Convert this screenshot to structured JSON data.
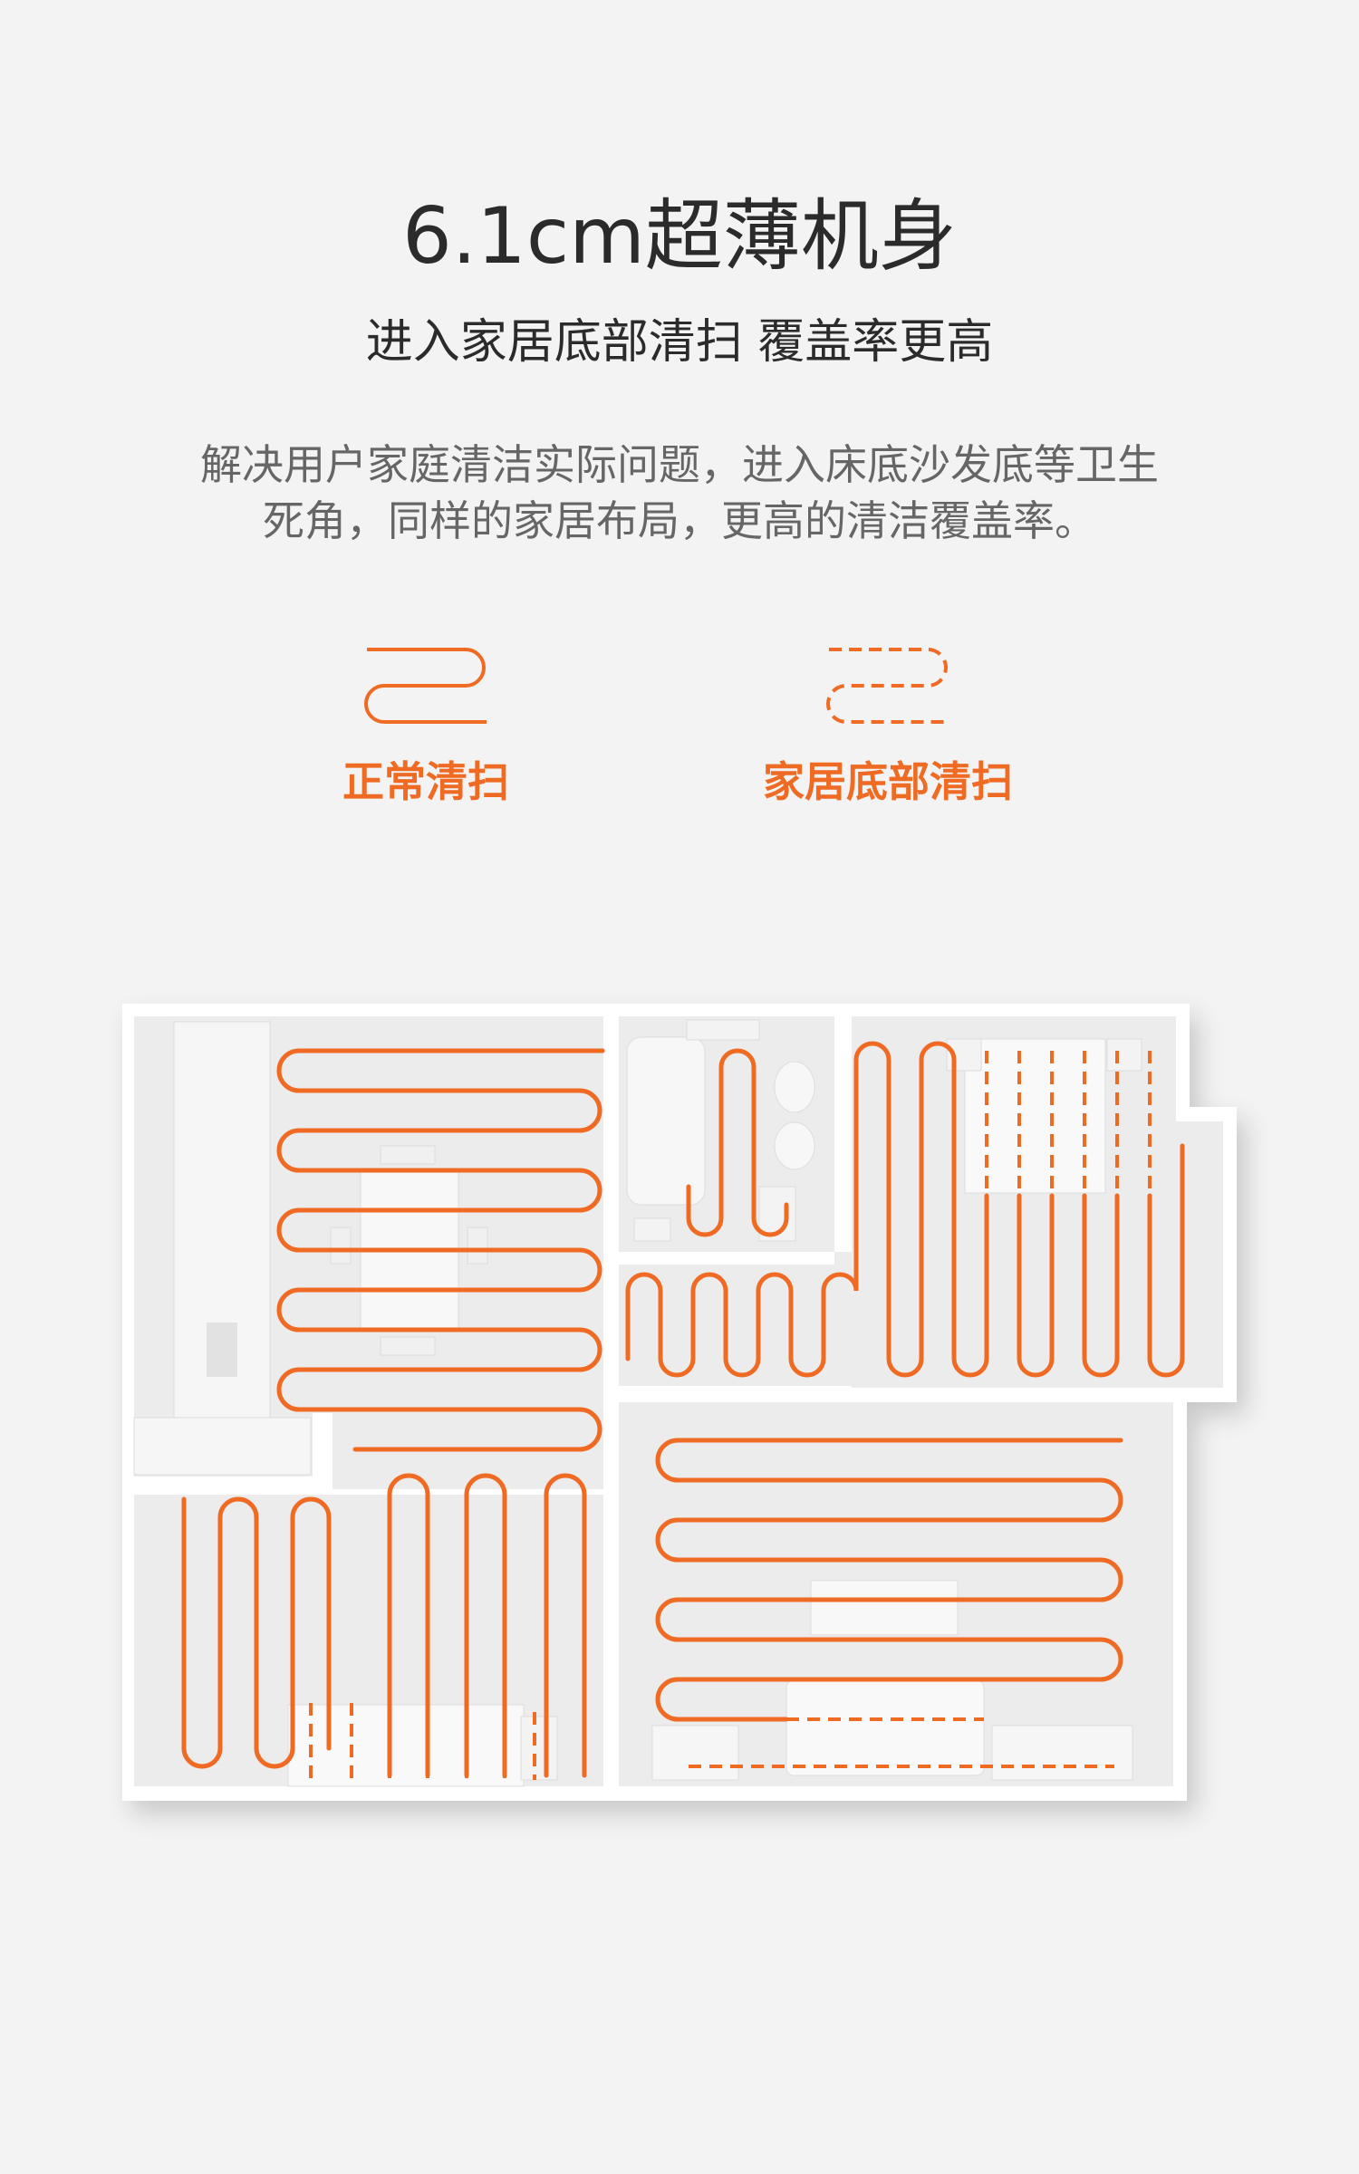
{
  "header": {
    "title": "6.1cm超薄机身",
    "subtitle": "进入家居底部清扫 覆盖率更高",
    "description_line1": "解决用户家庭清洁实际问题，进入床底沙发底等卫生",
    "description_line2": "死角，同样的家居布局，更高的清洁覆盖率。"
  },
  "legend": {
    "normal_label": "正常清扫",
    "under_label": "家居底部清扫"
  },
  "colors": {
    "accent": "#ef6a23",
    "background": "#f3f3f3",
    "wall": "#ffffff",
    "floor": "#ececec"
  },
  "icons": {
    "normal": "solid-path-icon",
    "under": "dashed-path-icon"
  }
}
